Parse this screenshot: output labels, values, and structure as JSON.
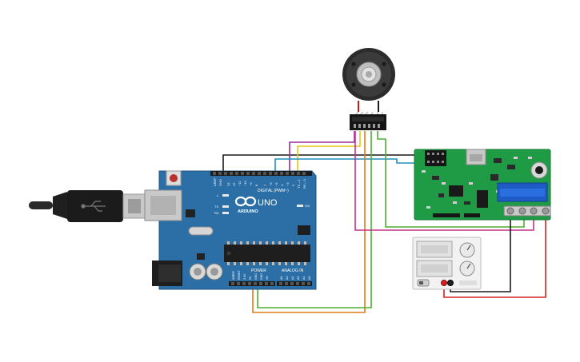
{
  "arduino": {
    "brand": "ARDUINO",
    "model": "UNO",
    "digital_label": "DIGITAL (PWM~)",
    "power_label": "POWER",
    "analog_label": "ANALOG IN",
    "on_label": "ON",
    "led_labels": [
      "L",
      "TX",
      "RX"
    ],
    "reset_label": "RESET",
    "top_pin_labels": [
      "AREF",
      "GND",
      "13",
      "12",
      "~11",
      "~10",
      "~9",
      "8",
      "7",
      "~6",
      "~5",
      "4",
      "~3",
      "2",
      "TX→1",
      "RX←0"
    ],
    "power_pin_labels": [
      "IOREF",
      "RESET",
      "3.3V",
      "5V",
      "GND",
      "GND",
      "Vin"
    ],
    "analog_pin_labels": [
      "A0",
      "A1",
      "A2",
      "A3",
      "A4",
      "A5"
    ]
  },
  "components": {
    "usb_cable": "usb-b-cable",
    "motor": "encoder-motor",
    "driver": "motor-driver-board",
    "power_supply": "bench-power-supply"
  },
  "wire_colors": {
    "black": "#1a1a1a",
    "purple": "#9b2c9b",
    "yellow": "#e6c619",
    "cyan": "#1f8fbf",
    "orange": "#e07b16",
    "green": "#4cae2f",
    "red": "#d62020",
    "pink": "#c0338c"
  }
}
